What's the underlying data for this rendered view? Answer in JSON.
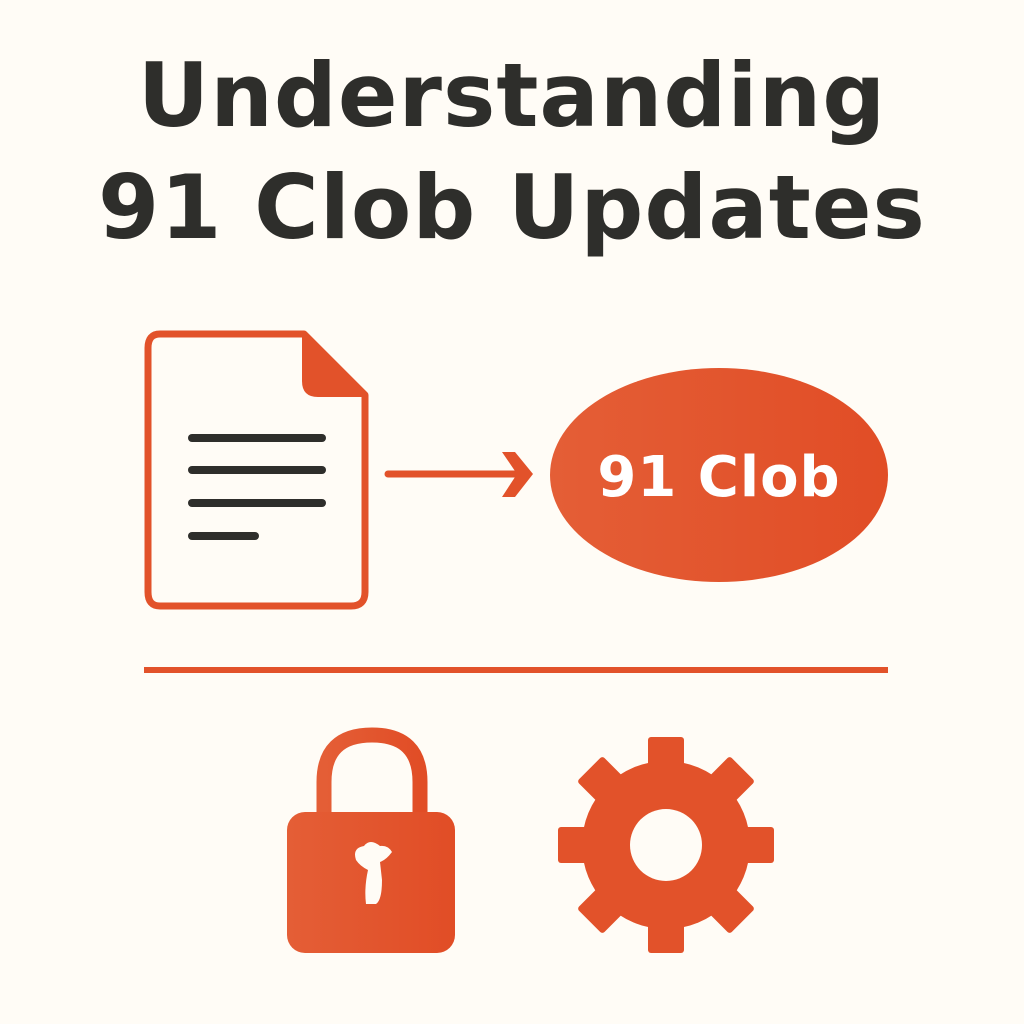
{
  "title": {
    "line1": "Understanding",
    "line2": "91 Clob Updates"
  },
  "diagram": {
    "source_icon": "document-icon",
    "connector_icon": "arrow-right-icon",
    "target_badge": {
      "label": "91 Clob"
    }
  },
  "bottom_icons": [
    {
      "icon": "lock-icon"
    },
    {
      "icon": "gear-icon"
    }
  ],
  "colors": {
    "background": "#fffcf6",
    "accent": "#e2522a",
    "title_text": "#2e2e2b",
    "document_lines": "#2e2e2b",
    "badge_text": "#ffffff"
  }
}
